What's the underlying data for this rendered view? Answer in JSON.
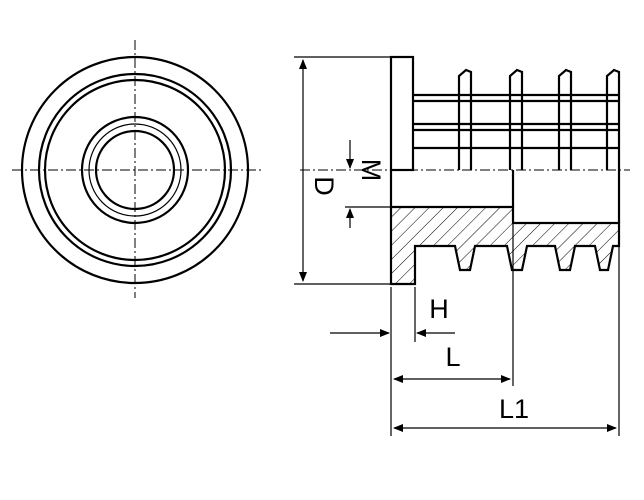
{
  "diagram": {
    "labels": {
      "D": "D",
      "M": "M",
      "H": "H",
      "L": "L",
      "L1": "L1"
    }
  }
}
